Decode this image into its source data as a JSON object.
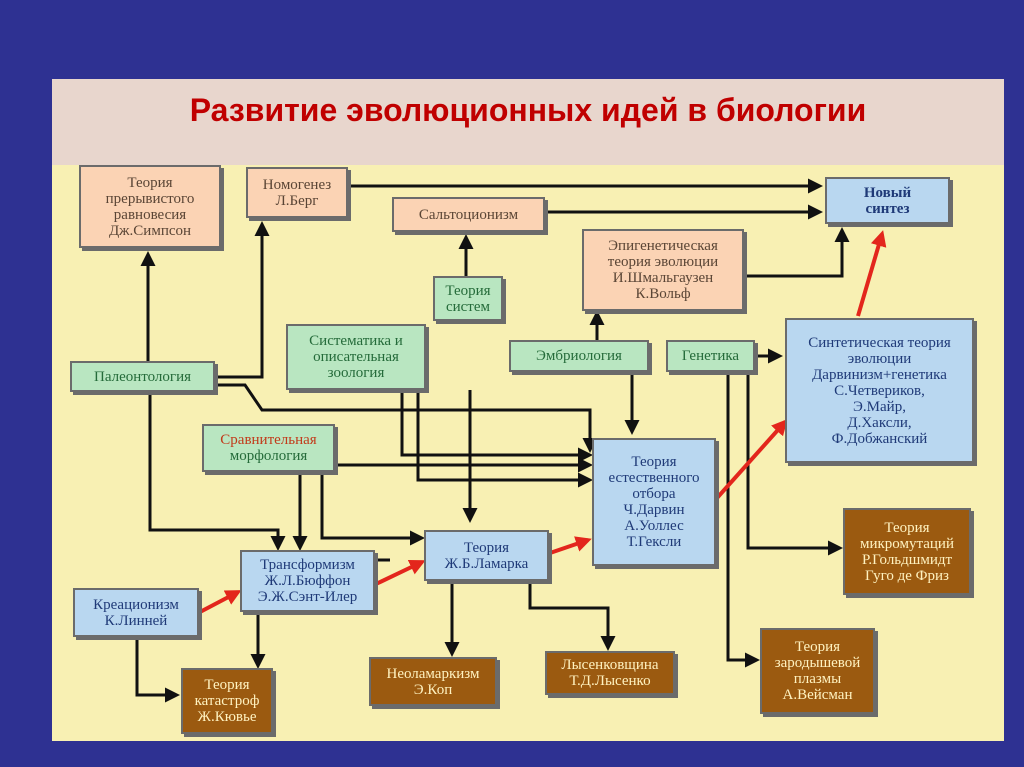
{
  "title": "Развитие эволюционных идей в биологии",
  "colors": {
    "background": "#2e3192",
    "slide": "#f8f0b3",
    "title_bar": "#e8d6cd",
    "title_text": "#c00000",
    "green_box": "#b9e6c1",
    "peach_box": "#fbd3b4",
    "blue_box": "#b9d7f0",
    "brown_box": "#9b5a10",
    "arrow": "#111111",
    "red_arrow": "#e3261c"
  },
  "nodes": {
    "punctuated": {
      "lines": [
        "Теория",
        "прерывистого",
        "равновесия",
        "Дж.Симпсон"
      ]
    },
    "nomogenesis": {
      "lines": [
        "Номогенез",
        "Л.Берг"
      ]
    },
    "saltationism": {
      "lines": [
        "Сальтоционизм"
      ]
    },
    "new_synthesis": {
      "lines": [
        "Новый",
        "синтез"
      ]
    },
    "epigenetic": {
      "lines": [
        "Эпигенетическая",
        "теория эволюции",
        "И.Шмальгаузен",
        "К.Вольф"
      ]
    },
    "systems_theory": {
      "lines": [
        "Теория",
        "систем"
      ]
    },
    "paleontology": {
      "lines": [
        "Палеонтология"
      ]
    },
    "systematics": {
      "lines": [
        "Систематика и",
        "описательная",
        "зоология"
      ]
    },
    "embryology": {
      "lines": [
        "Эмбриология"
      ]
    },
    "genetics": {
      "lines": [
        "Генетика"
      ]
    },
    "synthetic": {
      "lines": [
        "Синтетическая теория",
        "эволюции",
        "Дарвинизм+генетика",
        "С.Четвериков,",
        "Э.Майр,",
        "Д.Хаксли,",
        "Ф.Добжанский"
      ]
    },
    "comparative": {
      "lines": [
        "Сравнительная",
        "морфология"
      ]
    },
    "natural_selection": {
      "lines": [
        "Теория",
        "естественного",
        "отбора",
        "Ч.Дарвин",
        "А.Уоллес",
        "Т.Гексли"
      ]
    },
    "lamarck": {
      "lines": [
        "Теория",
        "Ж.Б.Ламарка"
      ]
    },
    "transformism": {
      "lines": [
        "Трансформизм",
        "Ж.Л.Бюффон",
        "Э.Ж.Сэнт-Илер"
      ]
    },
    "creationism": {
      "lines": [
        "Креационизм",
        "К.Линней"
      ]
    },
    "catastrophes": {
      "lines": [
        "Теория",
        "катастроф",
        "Ж.Кювье"
      ]
    },
    "neolamarckism": {
      "lines": [
        "Неоламаркизм",
        "Э.Коп"
      ]
    },
    "lysenko": {
      "lines": [
        "Лысенковщина",
        "Т.Д.Лысенко"
      ]
    },
    "micromutations": {
      "lines": [
        "Теория",
        "микромутаций",
        "Р.Гольдшмидт",
        "Гуго де Фриз"
      ]
    },
    "germ_plasm": {
      "lines": [
        "Теория",
        "зародышевой",
        "плазмы",
        "А.Вейсман"
      ]
    }
  }
}
